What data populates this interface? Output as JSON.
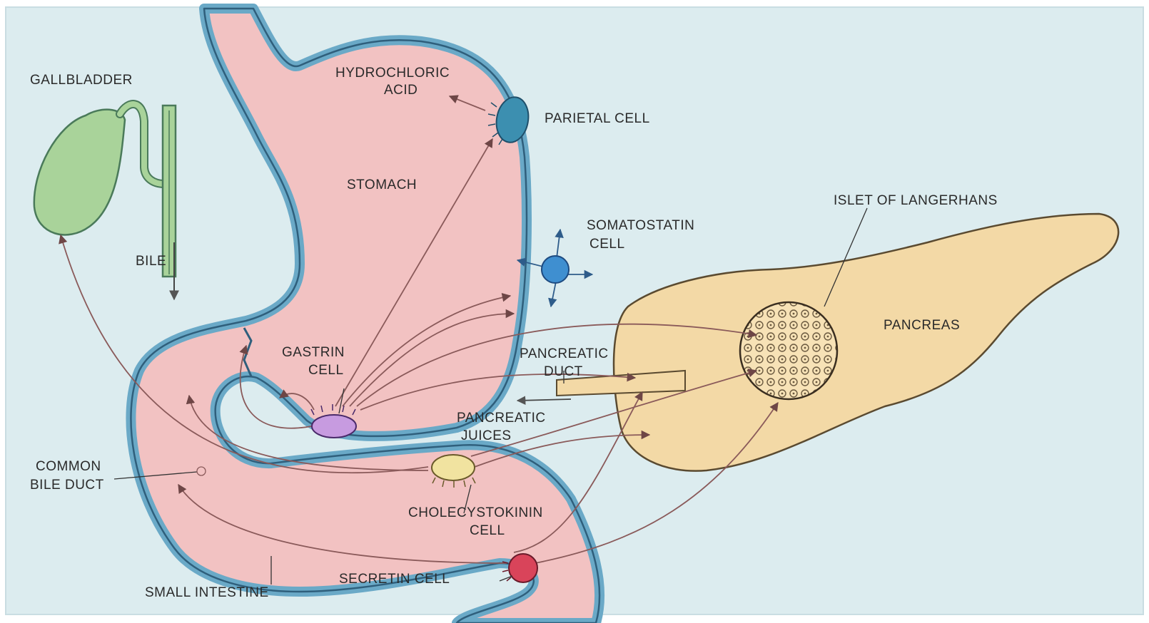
{
  "labels": {
    "gallbladder": "GALLBLADDER",
    "bile": "BILE",
    "hydrochloric_1": "HYDROCHLORIC",
    "hydrochloric_2": "ACID",
    "parietal_cell": "PARIETAL CELL",
    "stomach": "STOMACH",
    "somatostatin_1": "SOMATOSTATIN",
    "somatostatin_2": "CELL",
    "islet": "ISLET OF LANGERHANS",
    "pancreas": "PANCREAS",
    "gastrin_1": "GASTRIN",
    "gastrin_2": "CELL",
    "pancreatic_duct_1": "PANCREATIC",
    "pancreatic_duct_2": "DUCT",
    "pancreatic_juices_1": "PANCREATIC",
    "pancreatic_juices_2": "JUICES",
    "common_bile_duct_1": "COMMON",
    "common_bile_duct_2": "BILE DUCT",
    "cholecystokinin_1": "CHOLECYSTOKININ",
    "cholecystokinin_2": "CELL",
    "small_intestine": "SMALL INTESTINE",
    "secretin_cell": "SECRETIN CELL"
  },
  "colors": {
    "background": "#dcecef",
    "organ_pink": "#f2c2c2",
    "organ_outline": "#6aa9c7",
    "gallbladder_green": "#a9d39a",
    "pancreas_tan": "#f3d9a6",
    "parietal_cell": "#3c8fb0",
    "somatostatin_cell": "#3f8fd0",
    "gastrin_cell": "#c79be0",
    "cholecystokinin_cell": "#f1e3a0",
    "secretin_cell": "#d9445a",
    "arrow": "#8a5a5a"
  }
}
